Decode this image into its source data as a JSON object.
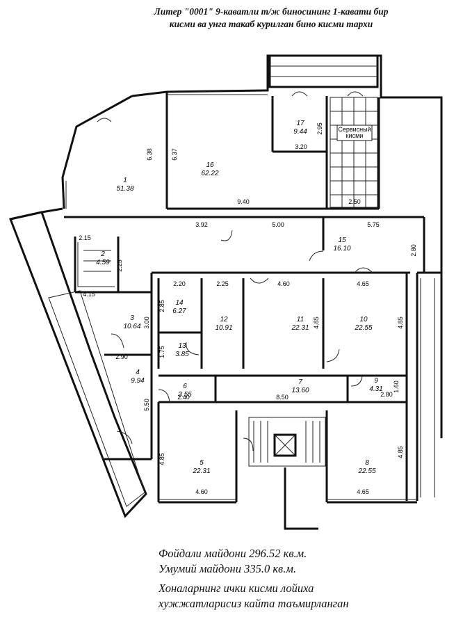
{
  "title": {
    "line1": "Литер \"0001\" 9-каватли т/ж биносининг 1-кавати бир",
    "line2": "кисми ва унга такаб курилган бино кисми тархи"
  },
  "rooms": [
    {
      "num": "1",
      "area": "51.38"
    },
    {
      "num": "2",
      "area": "4.59"
    },
    {
      "num": "3",
      "area": "10.64"
    },
    {
      "num": "4",
      "area": "9.94"
    },
    {
      "num": "5",
      "area": "22.31"
    },
    {
      "num": "6",
      "area": "3.55"
    },
    {
      "num": "7",
      "area": "13.60"
    },
    {
      "num": "8",
      "area": "22.55"
    },
    {
      "num": "9",
      "area": "4.31"
    },
    {
      "num": "10",
      "area": "22.55"
    },
    {
      "num": "11",
      "area": "22.31"
    },
    {
      "num": "12",
      "area": "10.91"
    },
    {
      "num": "13",
      "area": "3.85"
    },
    {
      "num": "14",
      "area": "6.27"
    },
    {
      "num": "15",
      "area": "16.10"
    },
    {
      "num": "16",
      "area": "62.22"
    },
    {
      "num": "17",
      "area": "9.44"
    }
  ],
  "dimensions": [
    "6.38",
    "6.37",
    "9.40",
    "2.95",
    "3.20",
    "2.50",
    "3.92",
    "5.00",
    "5.75",
    "2.80",
    "2.15",
    "2.25",
    "2.20",
    "2.25",
    "4.60",
    "4.65",
    "2.85",
    "3.00",
    "4.85",
    "4.85",
    "1.75",
    "2.90",
    "5.50",
    "2.40",
    "8.50",
    "1.60",
    "2.80",
    "4.85",
    "4.85",
    "4.60",
    "4.65",
    "4.15"
  ],
  "stair_label": {
    "line1": "Сервисный",
    "line2": "кисми"
  },
  "notes": {
    "useful_area": "Фойдали майдони 296.52 кв.м.",
    "total_area": "Умумий майдони 335.0 кв.м.",
    "remark1": "Хоналарнинг ички кисми лойиха",
    "remark2": "хужжатларисиз кайта таъмирланган"
  }
}
